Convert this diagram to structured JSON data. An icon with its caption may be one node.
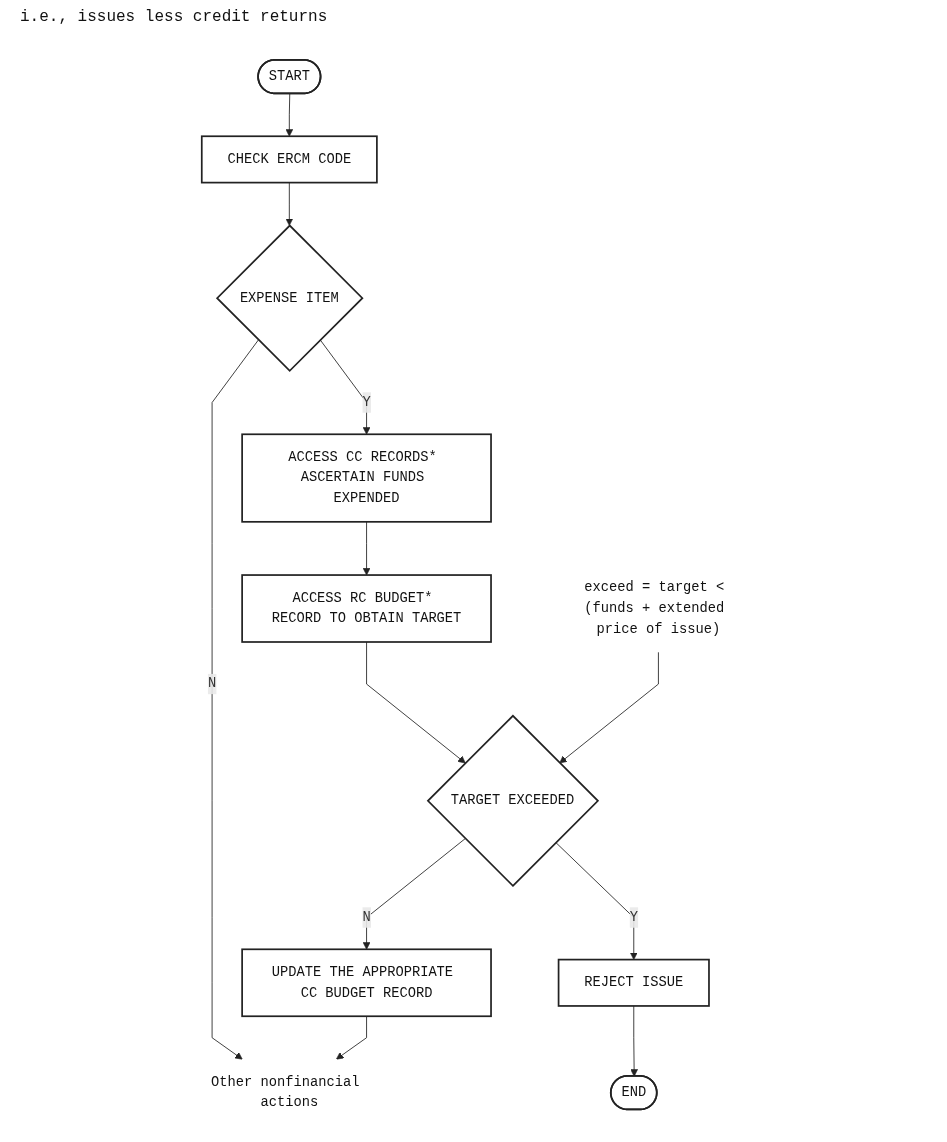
{
  "diagram": {
    "nodes": [
      {
        "text": [
          "START"
        ]
      },
      {
        "text": [
          "CHECK ERCM CODE"
        ]
      },
      {
        "text": [
          "EXPENSE ITEM"
        ]
      },
      {
        "text": [
          "Other nonfinancial actions"
        ]
      },
      {
        "text": [
          "ACCESS CC RECORDS* ASCERTAIN FUNDS EXPENDED"
        ]
      },
      {
        "text": [
          "ACCESS RC BUDGET* RECORD TO OBTAIN TARGET"
        ]
      },
      {
        "text": [
          "exceed = target < (funds + extended price of issue)"
        ]
      },
      {
        "text": [
          "TARGET EXCEEDED"
        ]
      },
      {
        "text": [
          "UPDATE THE APPROPRIATE CC BUDGET RECORD"
        ]
      },
      {
        "text": [
          "REJECT ISSUE"
        ]
      },
      {
        "text": [
          "END"
        ]
      }
    ],
    "edges": [
      {
        "from": 0,
        "to": 1,
        "arrow": "to"
      },
      {
        "from": 1,
        "to": 2,
        "arrow": "to"
      },
      {
        "from": 2,
        "to": 3,
        "label": "N",
        "arrow": "to"
      },
      {
        "from": 2,
        "to": 4,
        "label": "Y",
        "arrow": "to"
      },
      {
        "from": 4,
        "to": 5,
        "arrow": "to"
      },
      {
        "from": 5,
        "to": 7,
        "arrow": "to"
      },
      {
        "from": 6,
        "to": 7,
        "arrow": "to"
      },
      {
        "from": 7,
        "to": 8,
        "label": "N",
        "arrow": "to"
      },
      {
        "from": 7,
        "to": 9,
        "label": "Y",
        "arrow": "to"
      },
      {
        "from": 9,
        "to": 10,
        "arrow": "to"
      },
      {
        "from": 8,
        "to": 3,
        "arrow": "to"
      }
    ],
    "labels": [
      "i.e., issues less credit returns"
    ]
  }
}
